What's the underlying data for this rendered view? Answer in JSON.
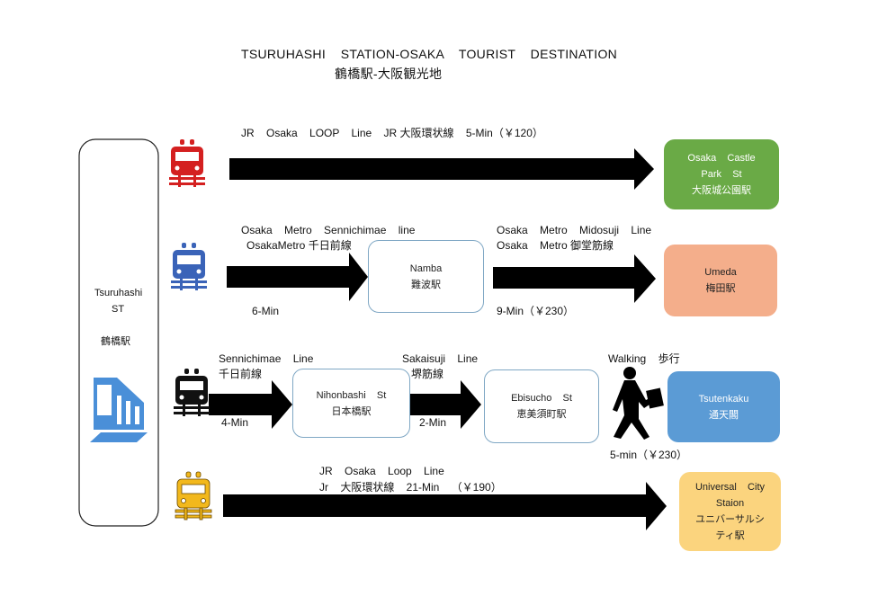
{
  "title": {
    "en": "TSURUHASHI    STATION-OSAKA    TOURIST    DESTINATION",
    "ja": "鶴橋駅-大阪観光地"
  },
  "origin": {
    "name": "Tsuruhashi",
    "st": "ST",
    "ja": "鶴橋駅"
  },
  "routes": [
    {
      "line": "JR    Osaka    LOOP    Line    JR 大阪環状線    5-Min（￥120）",
      "dest": {
        "en1": "Osaka    Castle",
        "en2": "Park    St",
        "ja": "大阪城公園駅",
        "color": "#6aaa46"
      }
    },
    {
      "line1a": "Osaka    Metro    Sennichimae    line",
      "line1b": "OsakaMetro 千日前線",
      "time1": "6-Min",
      "via": {
        "en": "Namba",
        "ja": "難波駅"
      },
      "line2a": "Osaka    Metro    Midosuji    Line",
      "line2b": "Osaka    Metro 御堂筋線",
      "time2": "9-Min（￥230）",
      "dest": {
        "en": "Umeda",
        "ja": "梅田駅",
        "color": "#f4ae8b"
      }
    },
    {
      "line1a": "Sennichimae    Line",
      "line1b": "千日前線",
      "time1": "4-Min",
      "via1": {
        "en": "Nihonbashi    St",
        "ja": "日本橋駅"
      },
      "line2a": "Sakaisuji    Line",
      "line2b": "堺筋線",
      "time2": "2-Min",
      "via2": {
        "en": "Ebisucho    St",
        "ja": "恵美須町駅"
      },
      "walk": "Walking    歩行",
      "time3": "5-min（￥230）",
      "dest": {
        "en": "Tsutenkaku",
        "ja": "通天閣",
        "color": "#5b9bd5"
      }
    },
    {
      "line1": "JR    Osaka    Loop    Line",
      "line2": "Jr    大阪環状線    21-Min    （￥190）",
      "dest": {
        "en1": "Universal    City",
        "en2": "Staion",
        "ja1": "ユニバーサルシ",
        "ja2": "ティ駅",
        "color": "#fbd47e"
      }
    }
  ],
  "train_colors": [
    "#d42020",
    "#3a63b8",
    "#111111",
    "#f2b81c"
  ]
}
